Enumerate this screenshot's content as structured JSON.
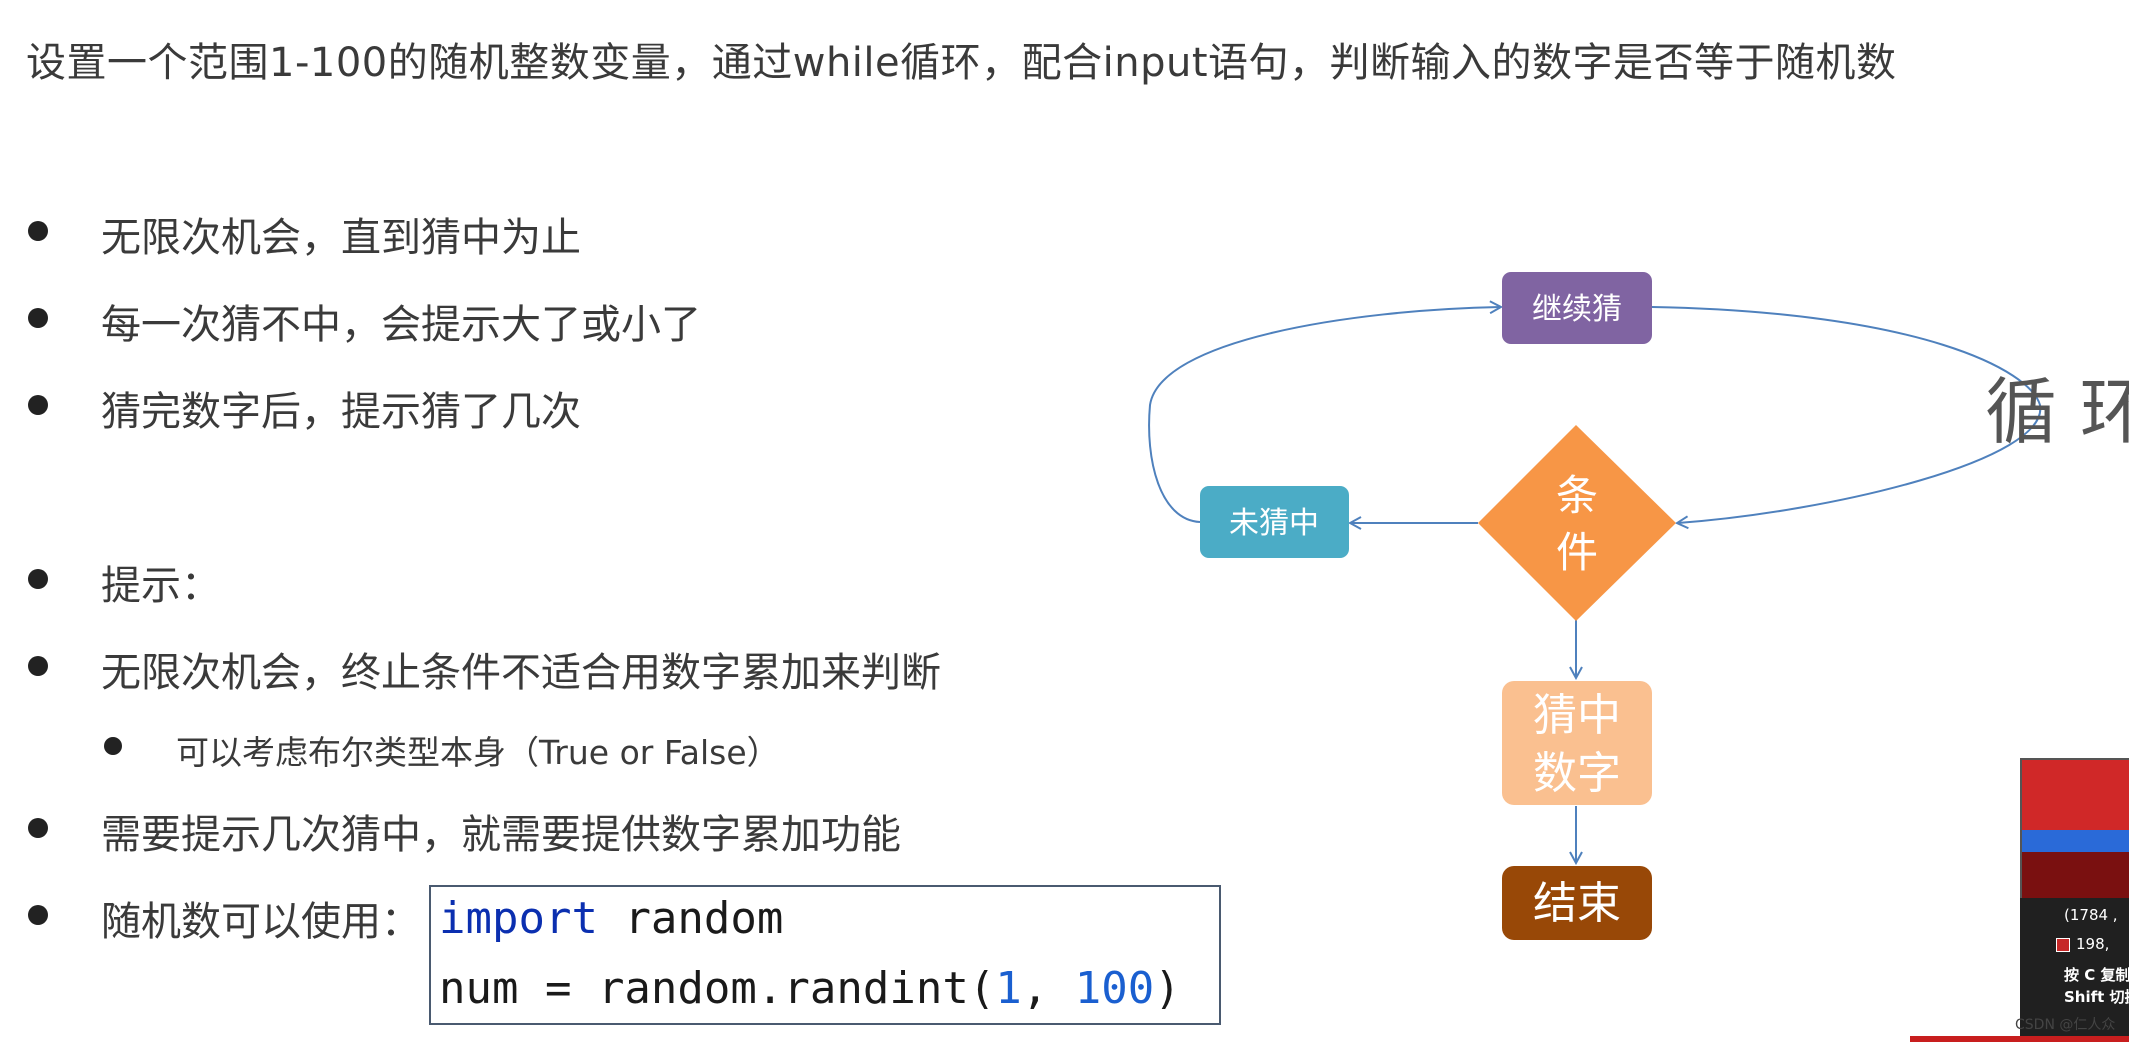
{
  "title": "设置一个范围1-100的随机整数变量，通过while循环，配合input语句，判断输入的数字是否等于随机数",
  "bullets": [
    "无限次机会，直到猜中为止",
    "每一次猜不中，会提示大了或小了",
    "猜完数字后，提示猜了几次",
    "提示：",
    "无限次机会，终止条件不适合用数字累加来判断",
    "可以考虑布尔类型本身（True or False）",
    "需要提示几次猜中，就需要提供数字累加功能",
    "随机数可以使用："
  ],
  "code": {
    "line1_kw": "import",
    "line1_rest": " random",
    "line2_pre": "num = random.randint(",
    "line2_n1": "1",
    "line2_sep": ", ",
    "line2_n2": "100",
    "line2_post": ")"
  },
  "diagram": {
    "continue_label": "继续猜",
    "condition_line1": "条",
    "condition_line2": "件",
    "miss_label": "未猜中",
    "hit_line1": "猜中",
    "hit_line2": "数字",
    "end_label": "结束",
    "loop_label": "循 环",
    "colors": {
      "continue": "#8064a2",
      "condition": "#f79646",
      "miss": "#4bacc6",
      "hit": "#fac090",
      "end": "#984807",
      "arrow": "#4f81bd"
    }
  },
  "overlay": {
    "coords": "(1784 ,",
    "rgb": "198,",
    "copy_hint": "按 C 复制",
    "shift_hint": "Shift 切换"
  },
  "watermark": "CSDN @仁人众"
}
